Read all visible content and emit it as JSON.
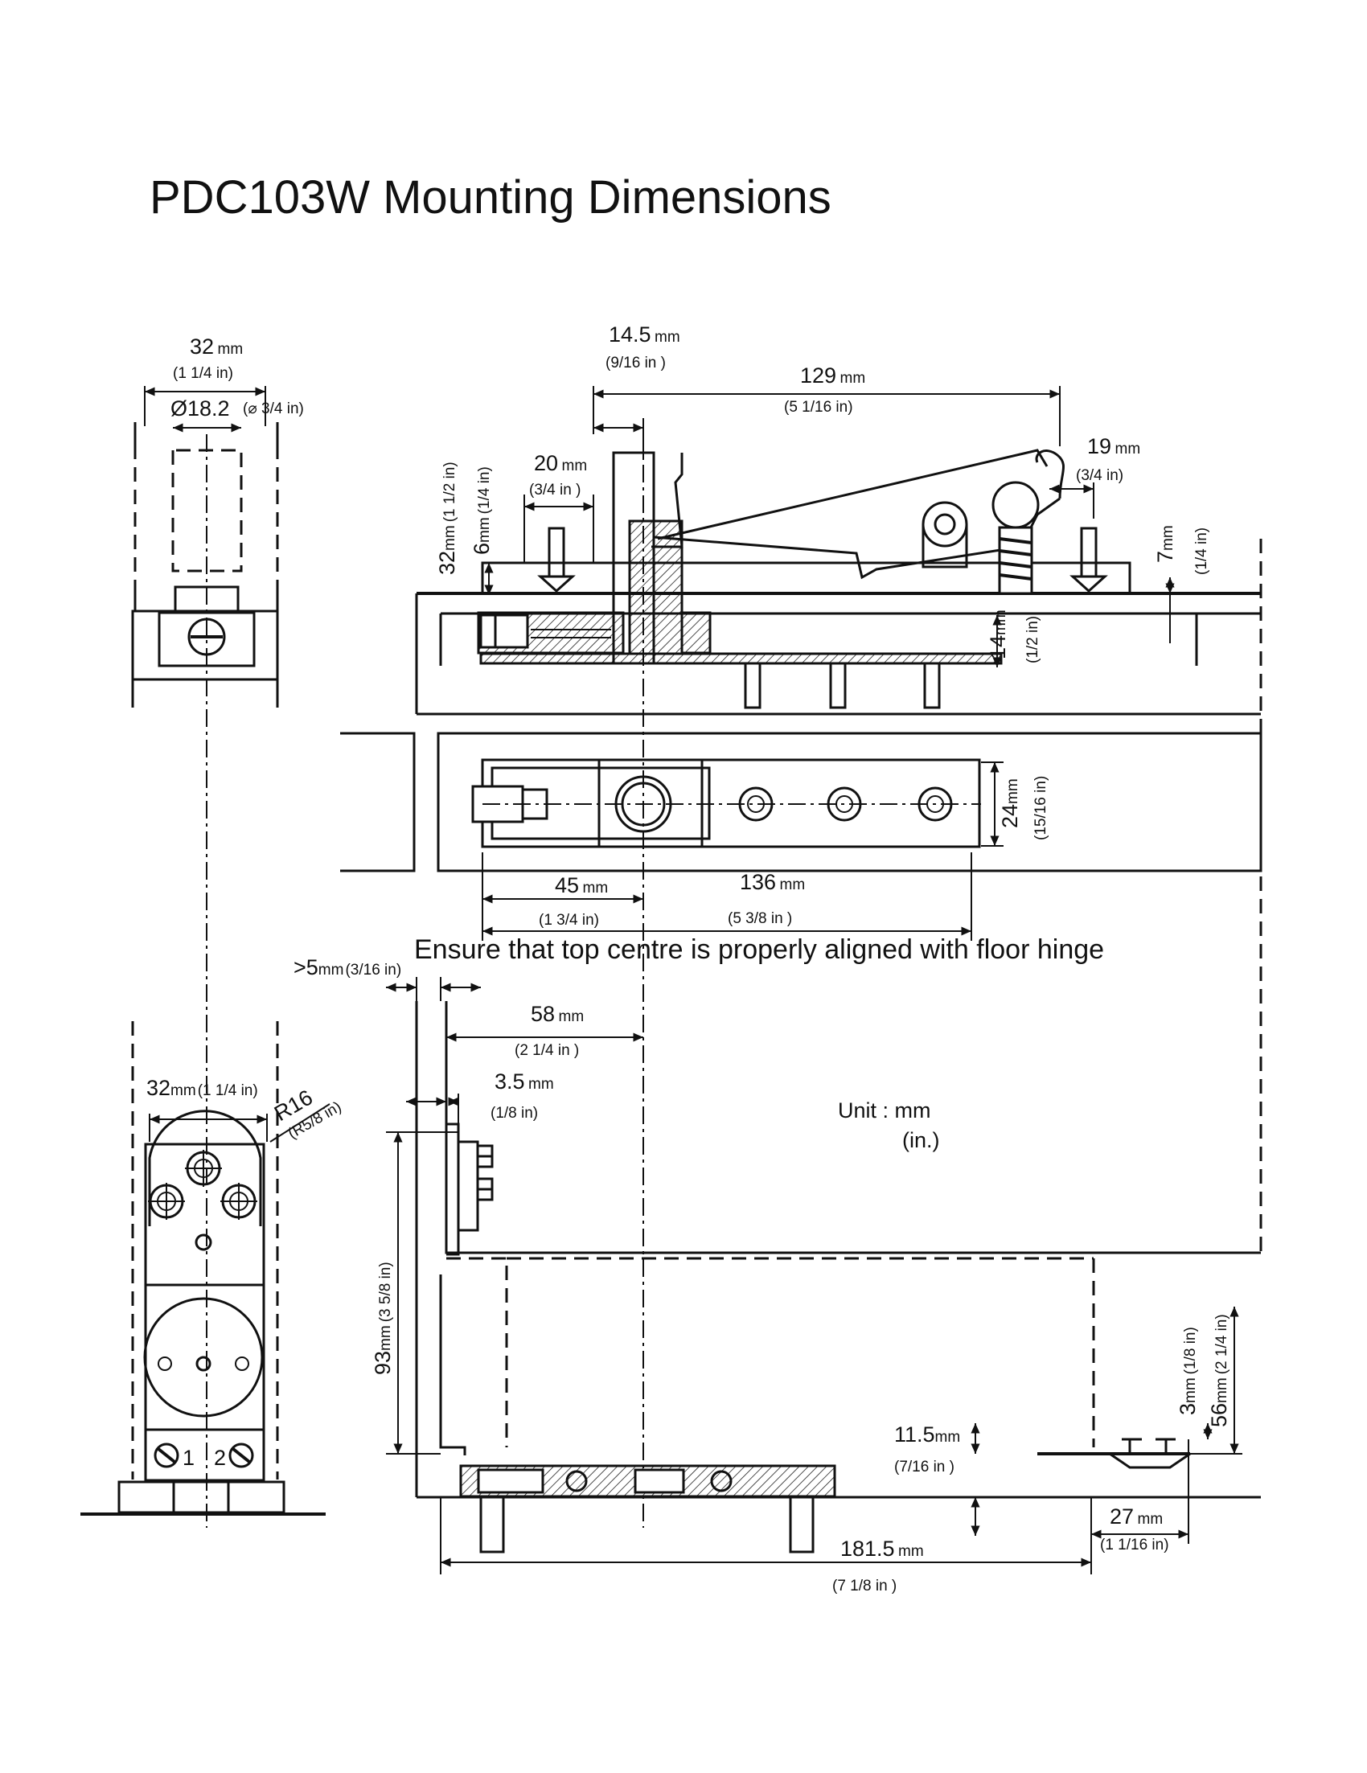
{
  "title": "PDC103W  Mounting Dimensions",
  "note": "Ensure that top centre is properly aligned with floor hinge",
  "unit": {
    "line1": "Unit : mm",
    "line2": "(in.)"
  },
  "terminals": {
    "t1": "1",
    "t2": "2"
  },
  "dims": {
    "d32_top": {
      "v": "32",
      "u": "mm",
      "i": "(1  1/4  in)"
    },
    "dia": {
      "v": "Ø18.2",
      "i": "(⌀ 3/4 in)"
    },
    "d14_5": {
      "v": "14.5",
      "u": "mm",
      "i": "(9/16  in )"
    },
    "d129": {
      "v": "129",
      "u": "mm",
      "i": "(5  1/16  in)"
    },
    "d19": {
      "v": "19",
      "u": "mm",
      "i": "(3/4 in)"
    },
    "d20": {
      "v": "20",
      "u": "mm",
      "i": "(3/4  in )"
    },
    "d32_v": {
      "v": "32",
      "u": "mm",
      "i": "(1 1/2 in)"
    },
    "d6": {
      "v": "6",
      "u": "mm",
      "i": "(1/4 in)"
    },
    "d7": {
      "v": "7",
      "u": "mm",
      "i": "(1/4 in)"
    },
    "d14": {
      "v": "14",
      "u": "mm",
      "i": "(1/2 in)"
    },
    "d24": {
      "v": "24",
      "u": "mm",
      "i": "(15/16 in)"
    },
    "d45": {
      "v": "45",
      "u": "mm",
      "i": "(1  3/4  in)"
    },
    "d136": {
      "v": "136",
      "u": "mm",
      "i": "(5  3/8   in  )"
    },
    "d5": {
      "v": ">5",
      "u": "mm",
      "i": "(3/16 in)"
    },
    "d58": {
      "v": "58",
      "u": "mm",
      "i": "(2  1/4  in )"
    },
    "d3_5": {
      "v": "3.5",
      "u": "mm",
      "i": "(1/8  in)"
    },
    "d32_b": {
      "v": "32",
      "u": "mm",
      "i": "(1 1/4 in)"
    },
    "r16": {
      "v": "R16",
      "i": "(R5/8 in)"
    },
    "d93": {
      "v": "93",
      "u": "mm",
      "i": "(3  5/8 in)"
    },
    "d11_5": {
      "v": "11.5",
      "u": "mm",
      "i": "(7/16 in )"
    },
    "d27": {
      "v": "27",
      "u": "mm",
      "i": "(1  1/16 in)"
    },
    "d181_5": {
      "v": "181.5",
      "u": "mm",
      "i": "(7  1/8  in )"
    },
    "d3": {
      "v": "3",
      "u": "mm",
      "i": "(1/8 in)"
    },
    "d56": {
      "v": "56",
      "u": "mm",
      "i": "(2 1/4 in)"
    }
  }
}
